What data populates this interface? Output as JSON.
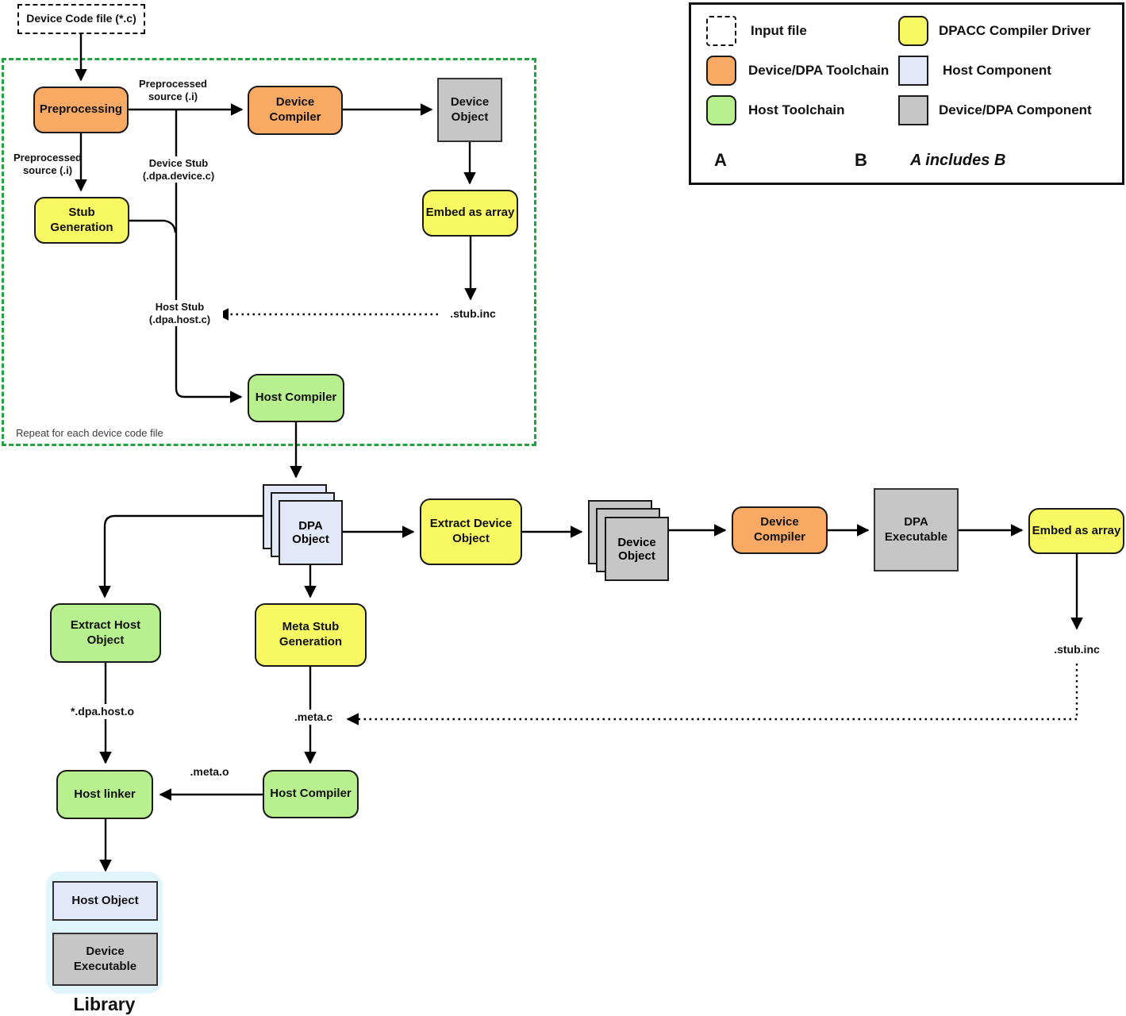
{
  "colors": {
    "dpacc_compiler_driver": "#F8F862",
    "device_dpa_toolchain": "#F8A963",
    "host_toolchain": "#B8F08F",
    "host_component": "#E2E8F8",
    "device_dpa_component": "#C6C6C6",
    "repeat_group_border": "#23A33F",
    "library_background": "#E0F6FC"
  },
  "input_file": {
    "label": "Device Code file (*.c)"
  },
  "repeat_group": {
    "caption": "Repeat for each device code file",
    "nodes": {
      "preprocessing": "Preprocessing",
      "device_compiler": "Device\nCompiler",
      "device_object": "Device\nObject",
      "stub_generation": "Stub Generation",
      "embed_as_array": "Embed as array",
      "host_compiler": "Host Compiler"
    },
    "labels": {
      "preprocessed_source_top": "Preprocessed\nsource (.i)",
      "preprocessed_source_left": "Preprocessed\nsource (.i)",
      "device_stub": "Device Stub\n(.dpa.device.c)",
      "host_stub": "Host Stub\n(.dpa.host.c)",
      "stub_inc": ".stub.inc"
    }
  },
  "pipeline": {
    "nodes": {
      "dpa_object": "DPA\nObject",
      "extract_device_object": "Extract Device\nObject",
      "device_object": "Device\nObject",
      "device_compiler": "Device\nCompiler",
      "dpa_executable": "DPA\nExecutable",
      "embed_as_array": "Embed as array",
      "extract_host_object": "Extract Host\nObject",
      "meta_stub_generation": "Meta Stub\nGeneration",
      "host_linker": "Host linker",
      "host_compiler": "Host Compiler"
    },
    "labels": {
      "stub_inc": ".stub.inc",
      "dpa_host_o": "*.dpa.host.o",
      "meta_c": ".meta.c",
      "meta_o": ".meta.o"
    }
  },
  "library": {
    "host_object": "Host Object",
    "device_executable": "Device\nExecutable",
    "caption": "Library"
  },
  "legend": {
    "items": [
      {
        "key": "input-file",
        "label": "Input file"
      },
      {
        "key": "dpacc-compiler-driver",
        "label": "DPACC Compiler Driver"
      },
      {
        "key": "device-dpa-toolchain",
        "label": "Device/DPA Toolchain"
      },
      {
        "key": "host-component",
        "label": "Host Component"
      },
      {
        "key": "host-toolchain",
        "label": "Host Toolchain"
      },
      {
        "key": "device-dpa-component",
        "label": "Device/DPA Component"
      }
    ],
    "relation": {
      "a": "A",
      "b": "B",
      "note": "A includes B"
    }
  }
}
